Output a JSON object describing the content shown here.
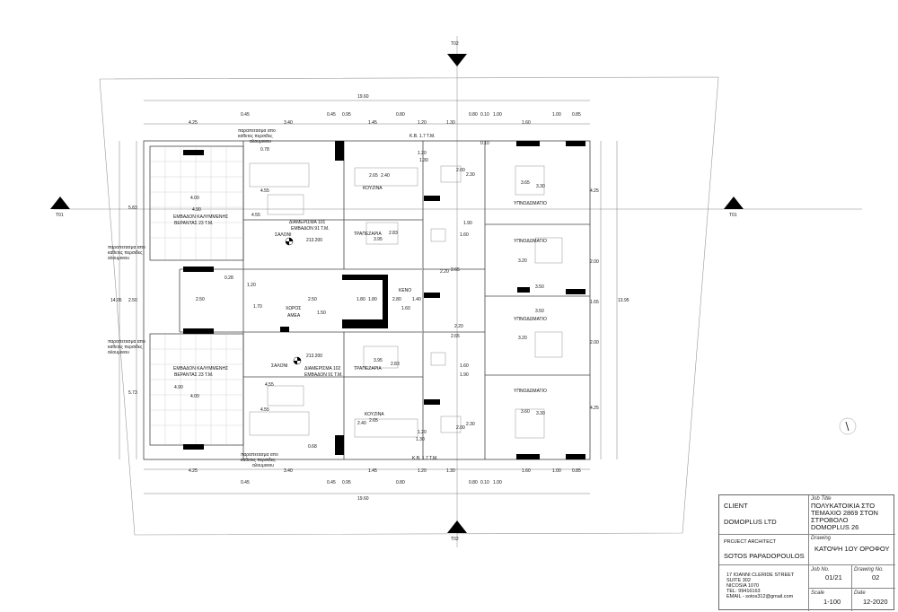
{
  "plan": {
    "sections": [
      {
        "id": "t01-left",
        "label": "T01"
      },
      {
        "id": "t01-right",
        "label": "T01"
      },
      {
        "id": "t02-top",
        "label": "T02"
      },
      {
        "id": "t02-bottom",
        "label": "T02"
      }
    ],
    "rooms": {
      "kitchen_top": "ΚΟΥΖΙΝΑ",
      "kitchen_bottom": "ΚΟΥΖΙΝΑ",
      "dining_top": "ΤΡΑΠΕΖΑΡΙΑ",
      "dining_bottom": "ΤΡΑΠΕΖΑΡΙΑ",
      "salon_top": "ΣΑΛΟΝΙ",
      "salon_bottom": "ΣΑΛΟΝΙ",
      "bed1": "ΥΠΝΟΔΩΜΑΤΙΟ",
      "bed2": "ΥΠΝΟΔΩΜΑΤΙΟ",
      "bed3": "ΥΠΝΟΔΩΜΑΤΙΟ",
      "bed4": "ΥΠΝΟΔΩΜΑΤΙΟ",
      "void": "ΚΕΝΟ",
      "amea_1": "ΧΩΡΟΣ",
      "amea_2": "ΑΜΕΑ",
      "kb_top": "Κ.Β. 1.7 Τ.Μ.",
      "kb_bottom": "Κ.Β. 1.7 Τ.Μ.",
      "apt101_1": "ΔΙΑΜΕΡΙΣΜΑ 101",
      "apt101_2": "ΕΜΒΑΔΟΝ 91 Τ.Μ.",
      "apt102_1": "ΔΙΑΜΕΡΙΣΜΑ 102",
      "apt102_2": "ΕΜΒΑΔΟΝ 91 Τ.Μ.",
      "ver_top_1": "ΕΜΒΑΔΟΝ ΚΑΛΥΜΜΕΝΗΣ",
      "ver_top_2": "ΒΕΡΑΝΤΑΣ 23 Τ.Μ.",
      "ver_bot_1": "ΕΜΒΑΔΟΝ ΚΑΛΥΜΜΕΝΗΣ",
      "ver_bot_2": "ΒΕΡΑΝΤΑΣ 23 Τ.Μ.",
      "level_top": "213.200",
      "level_bottom": "213.200"
    },
    "notes": {
      "rail_a": "παραπετασμα απο",
      "rail_b": "καθετες περσιδες",
      "rail_c": "αλουμινιου"
    },
    "dims": {
      "total_w_top": "19.60",
      "total_w_bottom": "19.60",
      "h_total_left": "14.05",
      "h_total_right": "13.95",
      "top_row": [
        "4.25",
        "3.40",
        "1.45",
        "1.20",
        "1.30",
        "1.60",
        "1.00",
        "0.85"
      ],
      "top_row2": [
        "0.45",
        "0.45",
        "0.95",
        "0.80",
        "0.80",
        "0.10",
        "1.00"
      ],
      "bottom_row": [
        "4.25",
        "3.40",
        "1.45",
        "1.20",
        "1.30",
        "1.60",
        "1.00",
        "0.85"
      ],
      "bottom_row2": [
        "0.45",
        "0.95",
        "0.80",
        "0.80",
        "0.10",
        "1.00"
      ],
      "left_col": [
        "5.83",
        "2.50",
        "5.73"
      ],
      "right_col": [
        "4.25",
        "2.00",
        "1.65",
        "2.00",
        "4.25"
      ],
      "inner": {
        "d078": "0.78",
        "d265a": "2.65",
        "d240a": "2.40",
        "d120a": "1.20",
        "d130a": "1.30",
        "d010": "0.10",
        "d200a": "2.00",
        "d230a": "2.30",
        "d365": "3.65",
        "d330a": "3.30",
        "d400a": "4.00",
        "d455a": "4.55",
        "d455b": "4.55",
        "d490a": "4.90",
        "d283a": "2.83",
        "d395a": "3.95",
        "d190a": "1.90",
        "d160a": "1.60",
        "d320a": "3.20",
        "d220a": "2.20",
        "d265b": "2.65",
        "d350a": "3.50",
        "d028": "0.28",
        "d120b": "1.20",
        "d250a": "2.50",
        "d170": "1.70",
        "d250b": "2.50",
        "d150": "1.50",
        "d180a": "1.80",
        "d180b": "1.80",
        "d280": "2.80",
        "d140": "1.40",
        "d160b": "1.60",
        "d350b": "3.50",
        "d220b": "2.20",
        "d265c": "2.65",
        "d320b": "3.20",
        "d395b": "3.95",
        "d283b": "2.83",
        "d160c": "1.60",
        "d190b": "1.90",
        "d490b": "4.90",
        "d400b": "4.00",
        "d455c": "4.55",
        "d455d": "4.55",
        "d265d": "2.65",
        "d240b": "2.40",
        "d360": "3.60",
        "d330b": "3.30",
        "d200b": "2.00",
        "d230b": "2.30",
        "d120c": "1.20",
        "d130b": "1.30",
        "d068": "0.68"
      }
    }
  },
  "title_block": {
    "client_label": "CLIENT",
    "client": "DOMOPLUS LTD",
    "job_title_label": "Job Title",
    "job_title": "ΠΟΛΥΚΑΤΟΙΚΙΑ ΣΤΟ ΤΕΜΑΧΙΟ 2869 ΣΤΟΝ ΣΤΡΟΒΟΛΟ DOMOPLUS 26",
    "architect_label": "PROJECT ARCHITECT",
    "architect": "SOTOS PAPADOPOULOS",
    "drawing_label": "Drawing",
    "drawing": "ΚΑΤΟΨΗ 1ΟΥ ΟΡΟΦΟΥ",
    "address_1": "17 IOANNI CLERIDE STREET",
    "address_2": "SUITE 302",
    "address_3": "NICOSIA 1070",
    "address_4": "TEL: 99416163",
    "address_5": "EMAIL - sotos312@gmail.com",
    "job_no_label": "Job No.",
    "job_no": "01/21",
    "drawing_no_label": "Drawing No.",
    "drawing_no": "02",
    "scale_label": "Scale",
    "scale": "1-100",
    "date_label": "Date",
    "date": "12-2020"
  }
}
